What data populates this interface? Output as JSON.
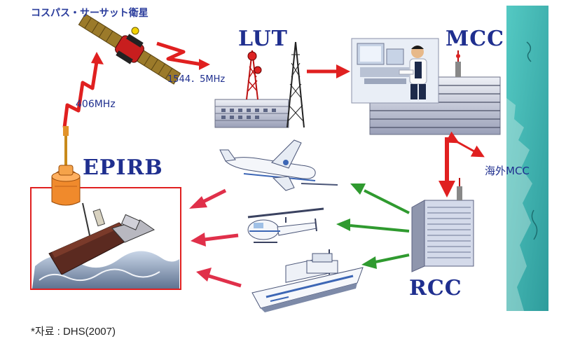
{
  "labels": {
    "satellite": "コスパス・サーサット衛星",
    "downlink_freq": "1544．5MHz",
    "uplink_freq": "406MHz",
    "lut": "LUT",
    "mcc": "MCC",
    "epirb": "EPIRB",
    "overseas_mcc": "海外MCC",
    "rcc": "RCC"
  },
  "source_note": "*자료 : DHS(2007)",
  "colors": {
    "label_blue": "#1f2f8f",
    "signal_red": "#e02020",
    "dispatch_green": "#2f9a2f",
    "rescue_red": "#e0304a",
    "sea": "#3fb3b1"
  },
  "icons": [
    "satellite-icon",
    "lut-antenna-icon",
    "mcc-building-icon",
    "operator-icon",
    "epirb-beacon-icon",
    "sinking-ship-icon",
    "airplane-icon",
    "helicopter-icon",
    "patrol-ship-icon",
    "rcc-building-icon"
  ]
}
